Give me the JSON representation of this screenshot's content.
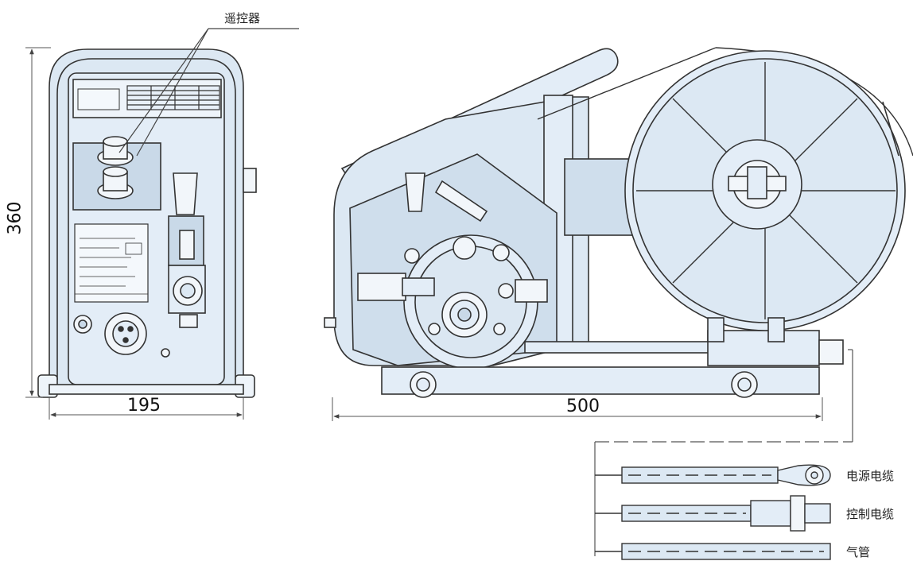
{
  "labels": {
    "remote_controller": "遥控器",
    "power_cable": "电源电缆",
    "control_cable": "控制电缆",
    "gas_hose": "气管"
  },
  "dimensions": {
    "height": "360",
    "width": "195",
    "length": "500"
  },
  "colors": {
    "body_fill": "#dce8f3",
    "line": "#333333",
    "dim_line": "#555555"
  }
}
